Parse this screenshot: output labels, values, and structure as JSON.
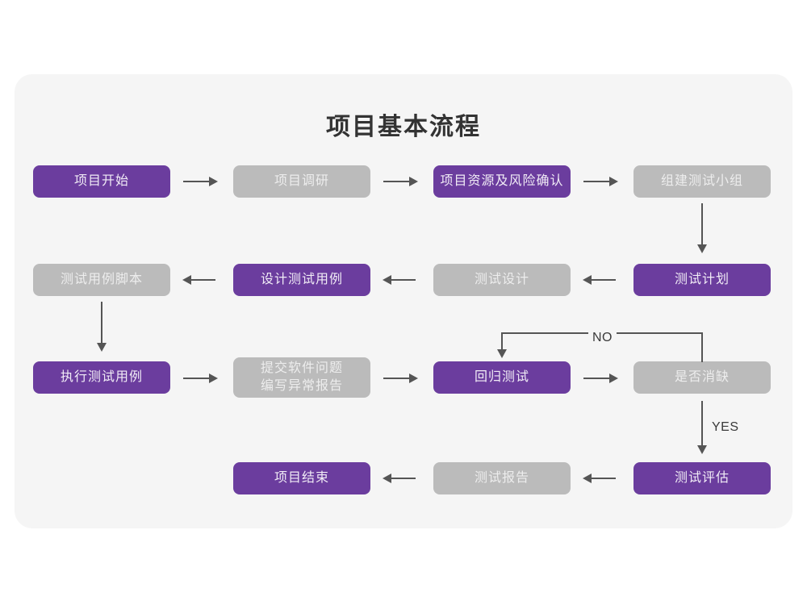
{
  "title": "项目基本流程",
  "colors": {
    "page_background": "#ffffff",
    "panel_background": "#f5f5f5",
    "node_purple": "#6b3d9e",
    "node_gray": "#bbbbbb",
    "purple_text": "#f1ecf6",
    "gray_text": "#ededed",
    "connector": "#555555",
    "title_text": "#333333",
    "edge_label_text": "#3a3a3a"
  },
  "rows": [
    {
      "id": "row-1",
      "nodes": [
        {
          "label": "项目开始",
          "style": "purple"
        },
        {
          "label": "项目调研",
          "style": "gray"
        },
        {
          "label": "项目资源及风险确认",
          "style": "purple"
        },
        {
          "label": "组建测试小组",
          "style": "gray"
        }
      ]
    },
    {
      "id": "row-2",
      "nodes": [
        {
          "label": "测试用例脚本",
          "style": "gray"
        },
        {
          "label": "设计测试用例",
          "style": "purple"
        },
        {
          "label": "测试设计",
          "style": "gray"
        },
        {
          "label": "测试计划",
          "style": "purple"
        }
      ]
    },
    {
      "id": "row-3",
      "nodes": [
        {
          "label": "执行测试用例",
          "style": "purple"
        },
        {
          "label": "提交软件问题\n编写异常报告",
          "style": "gray"
        },
        {
          "label": "回归测试",
          "style": "purple"
        },
        {
          "label": "是否消缺",
          "style": "gray"
        }
      ]
    },
    {
      "id": "row-4",
      "nodes": [
        {
          "label": "项目结束",
          "style": "purple"
        },
        {
          "label": "测试报告",
          "style": "gray"
        },
        {
          "label": "测试评估",
          "style": "purple"
        }
      ]
    }
  ],
  "edge_labels": {
    "no": "NO",
    "yes": "YES"
  }
}
